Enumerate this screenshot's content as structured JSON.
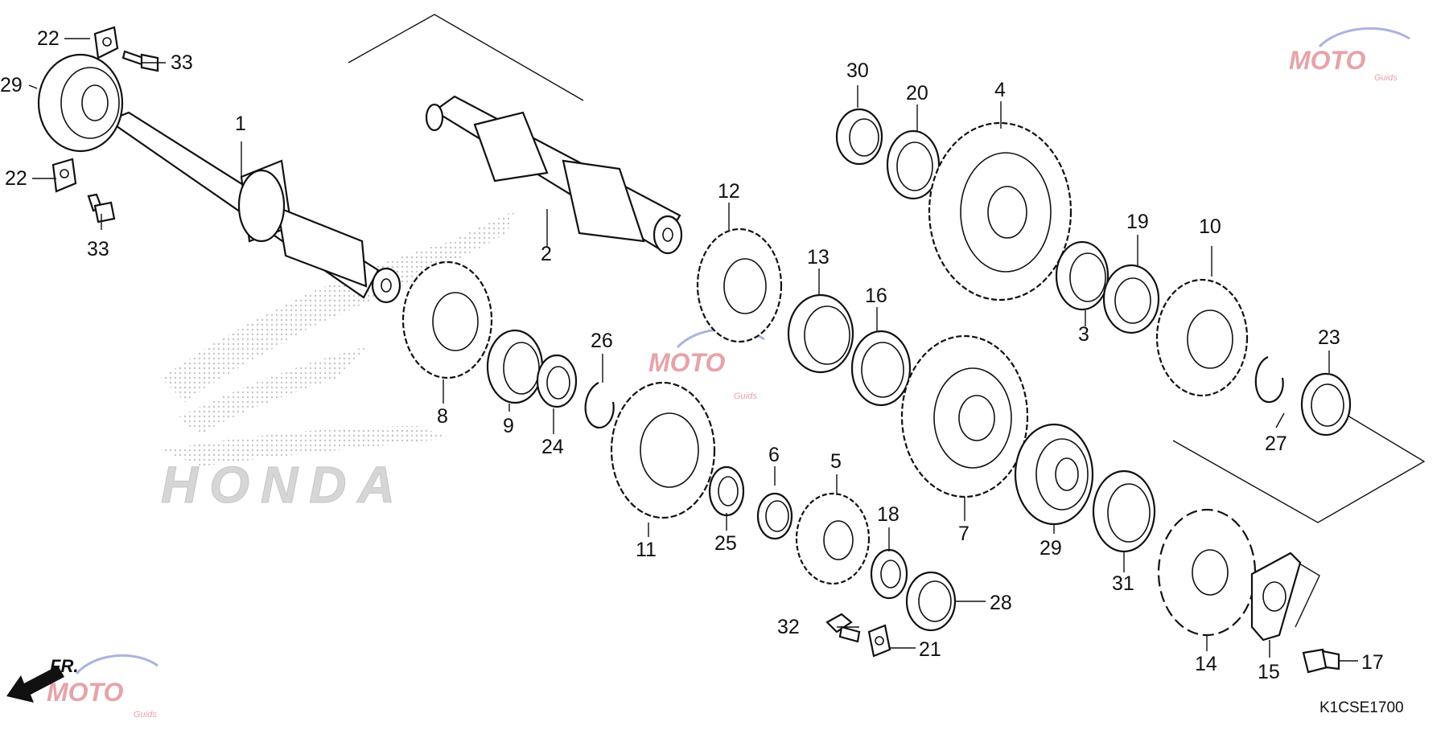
{
  "diagram": {
    "code": "K1CSE1700",
    "front_marker": "FR.",
    "watermark_main": "HONDA",
    "watermark_brand": "MOTO",
    "watermark_brand_sub": "Guids",
    "callouts": {
      "c1": "1",
      "c2": "2",
      "c3": "3",
      "c4": "4",
      "c5": "5",
      "c6": "6",
      "c7": "7",
      "c8": "8",
      "c9": "9",
      "c10": "10",
      "c11": "11",
      "c12": "12",
      "c13": "13",
      "c14": "14",
      "c15": "15",
      "c16": "16",
      "c17": "17",
      "c18": "18",
      "c19": "19",
      "c20": "20",
      "c21": "21",
      "c22a": "22",
      "c22b": "22",
      "c23": "23",
      "c24": "24",
      "c25": "25",
      "c26": "26",
      "c27": "27",
      "c28": "28",
      "c29a": "29",
      "c29b": "29",
      "c30": "30",
      "c31": "31",
      "c32": "32",
      "c33a": "33",
      "c33b": "33"
    },
    "colors": {
      "line": "#111111",
      "watermark": "#c9c9c9",
      "brand_red": "#e7a3a8",
      "brand_blue": "#a9b4de"
    }
  }
}
